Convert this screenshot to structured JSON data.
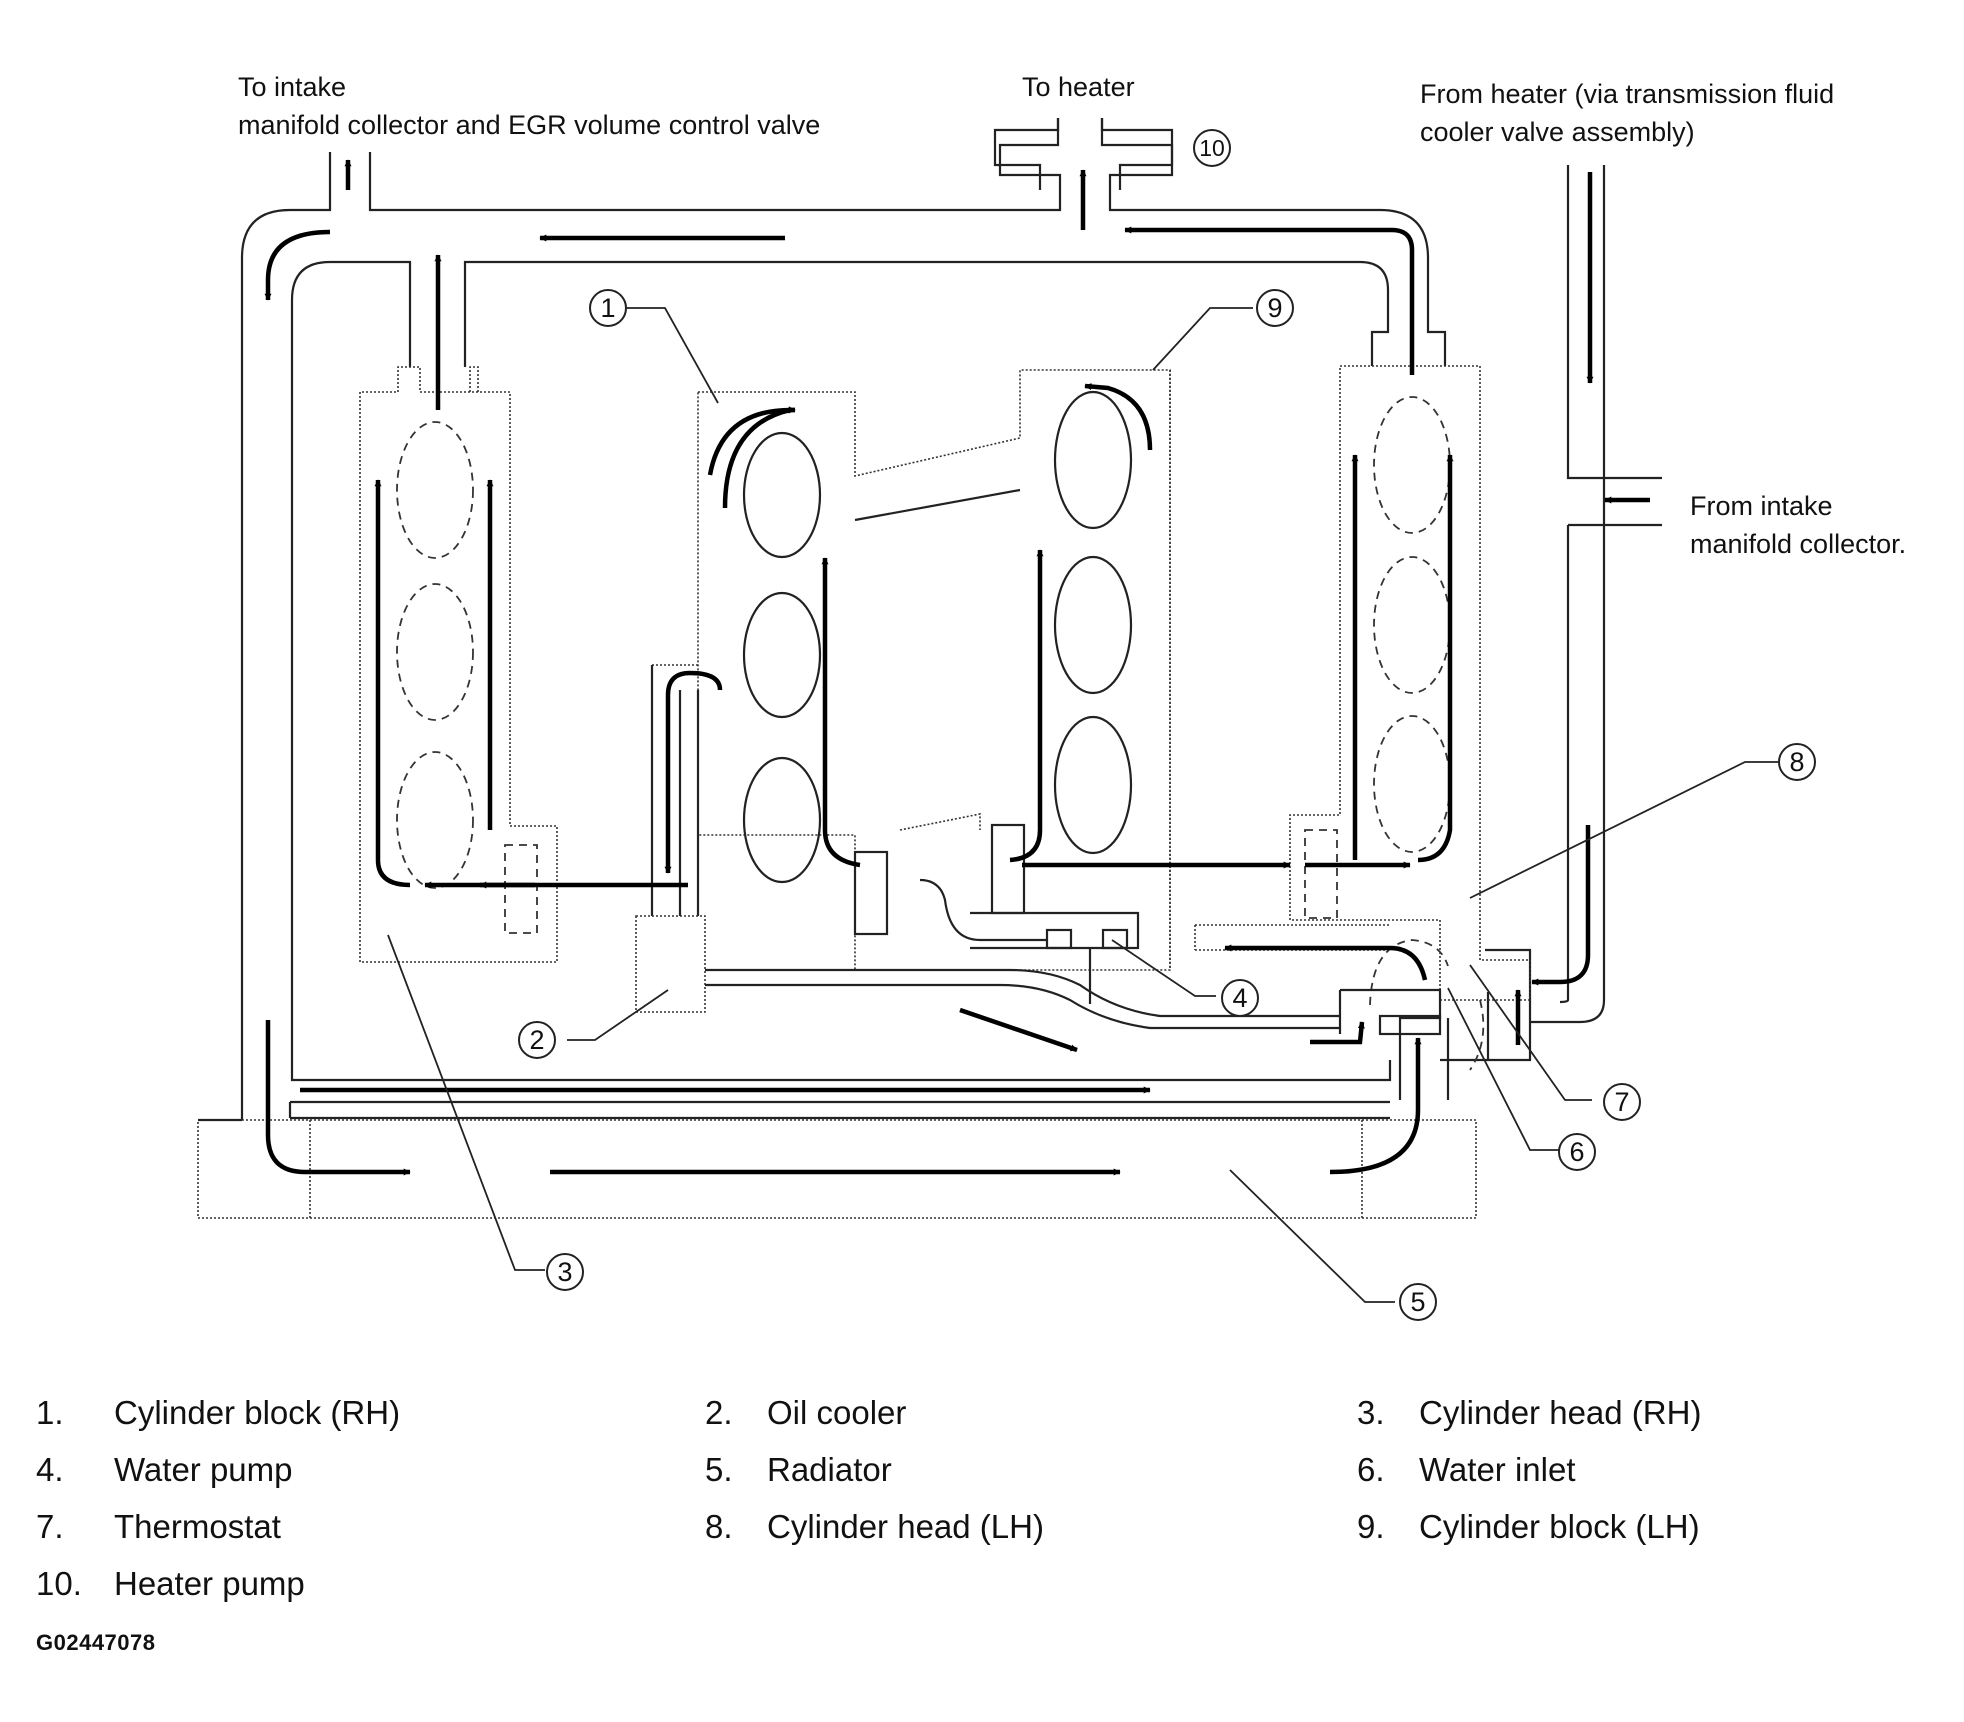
{
  "annotations": {
    "to_intake_line1": "To intake",
    "to_intake_line2": "manifold collector and EGR volume control valve",
    "to_heater": "To heater",
    "from_heater_line1": "From heater (via transmission fluid",
    "from_heater_line2": "cooler valve assembly)",
    "from_intake_line1": "From intake",
    "from_intake_line2": "manifold collector."
  },
  "callouts": [
    "1",
    "2",
    "3",
    "4",
    "5",
    "6",
    "7",
    "8",
    "9",
    "10"
  ],
  "legend": [
    {
      "num": "1.",
      "text": "Cylinder block (RH)"
    },
    {
      "num": "2.",
      "text": "Oil cooler"
    },
    {
      "num": "3.",
      "text": "Cylinder head (RH)"
    },
    {
      "num": "4.",
      "text": "Water pump"
    },
    {
      "num": "5.",
      "text": "Radiator"
    },
    {
      "num": "6.",
      "text": "Water inlet"
    },
    {
      "num": "7.",
      "text": "Thermostat"
    },
    {
      "num": "8.",
      "text": "Cylinder head (LH)"
    },
    {
      "num": "9.",
      "text": "Cylinder block (LH)"
    },
    {
      "num": "10.",
      "text": "Heater pump"
    }
  ],
  "figure_code": "G02447078"
}
